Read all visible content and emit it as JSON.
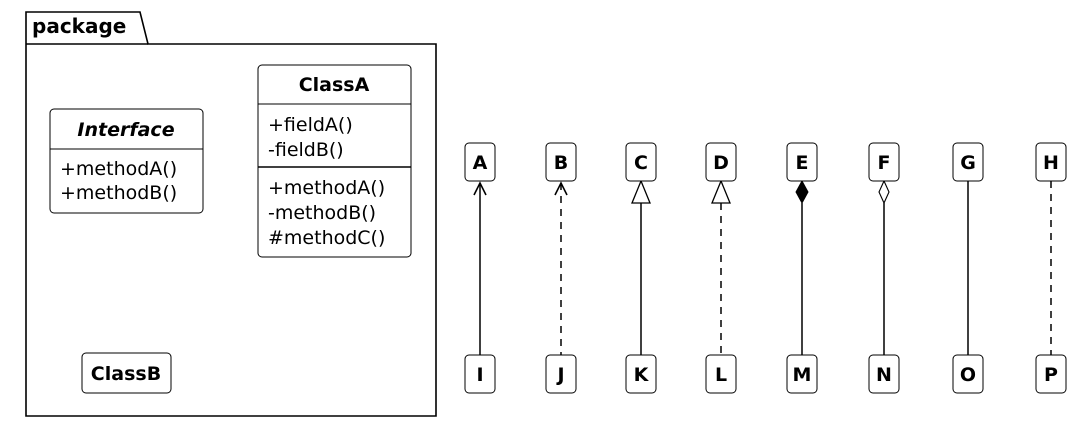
{
  "package": {
    "name": "package"
  },
  "classes": {
    "interface": {
      "name": "Interface",
      "methods": [
        "+methodA()",
        "+methodB()"
      ]
    },
    "class_a": {
      "name": "ClassA",
      "fields": [
        "+fieldA()",
        "-fieldB()"
      ],
      "methods": [
        "+methodA()",
        "-methodB()",
        "#methodC()"
      ]
    },
    "class_b": {
      "name": "ClassB"
    }
  },
  "relations": [
    {
      "from": "I",
      "to": "A",
      "line": "solid",
      "head": "open-arrow"
    },
    {
      "from": "J",
      "to": "B",
      "line": "dashed",
      "head": "open-arrow"
    },
    {
      "from": "K",
      "to": "C",
      "line": "solid",
      "head": "hollow-triangle"
    },
    {
      "from": "L",
      "to": "D",
      "line": "dashed",
      "head": "hollow-triangle"
    },
    {
      "from": "M",
      "to": "E",
      "line": "solid",
      "head": "filled-diamond"
    },
    {
      "from": "N",
      "to": "F",
      "line": "solid",
      "head": "hollow-diamond"
    },
    {
      "from": "O",
      "to": "G",
      "line": "solid",
      "head": "none"
    },
    {
      "from": "P",
      "to": "H",
      "line": "dashed",
      "head": "none"
    }
  ]
}
